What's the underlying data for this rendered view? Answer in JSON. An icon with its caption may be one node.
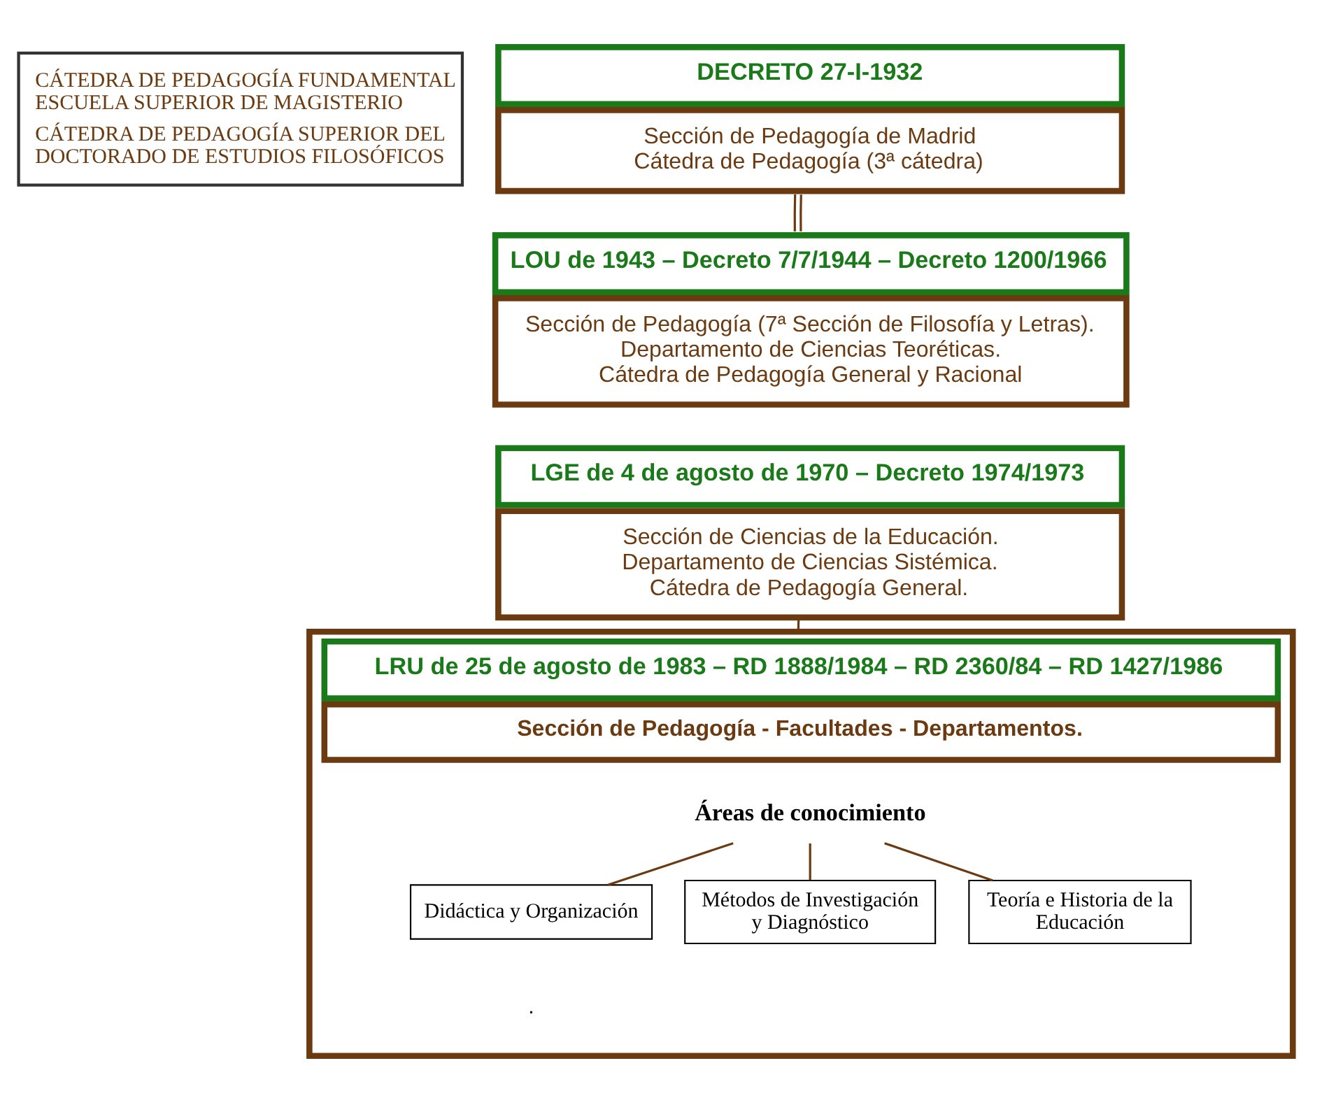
{
  "diagram": {
    "nodes": [
      {
        "text": [
          "CÁTEDRA DE PEDAGOGÍA FUNDAMENTAL ESCUELA SUPERIOR DE MAGISTERIO",
          "CÁTEDRA DE PEDAGOGÍA SUPERIOR DEL DOCTORADO DE ESTUDIOS FILOSÓFICOS"
        ]
      },
      {
        "text": [
          "DECRETO 27-I-1932",
          "Sección de Pedagogía de Madrid",
          "Cátedra de Pedagogía (3ª cátedra)"
        ]
      },
      {
        "text": [
          "LOU de 1943 – Decreto 7/7/1944 – Decreto 1200/1966",
          "Sección de Pedagogía (7ª Sección de Filosofía y Letras).",
          "Departamento de Ciencias Teoréticas.",
          "Cátedra de Pedagogía General y Racional"
        ]
      },
      {
        "text": [
          "LGE de 4 de agosto de 1970 – Decreto 1974/1973",
          "Sección de Ciencias de la Educación.",
          "Departamento de Ciencias Sistémica.",
          "Cátedra de Pedagogía General."
        ]
      },
      {
        "text": [
          "LRU de 25 de agosto de 1983 – RD 1888/1984 – RD 2360/84 – RD 1427/1986",
          "Sección de Pedagogía - Facultades - Departamentos."
        ]
      },
      {
        "text": [
          "Áreas de conocimiento"
        ],
        "in": 4
      },
      {
        "text": [
          "Didáctica y Organización"
        ],
        "in": 4
      },
      {
        "text": [
          "Métodos de Investigación y Diagnóstico"
        ],
        "in": 4
      },
      {
        "text": [
          "Teoría e Historia de la Educación"
        ],
        "in": 4
      }
    ],
    "edges": [
      {
        "from": 1,
        "to": 2,
        "arrow": "none"
      },
      {
        "from": 3,
        "to": 4,
        "arrow": "none"
      },
      {
        "from": 5,
        "to": 6,
        "arrow": "none"
      },
      {
        "from": 5,
        "to": 7,
        "arrow": "none"
      },
      {
        "from": 5,
        "to": 8,
        "arrow": "none"
      }
    ],
    "labels": [
      "."
    ]
  }
}
